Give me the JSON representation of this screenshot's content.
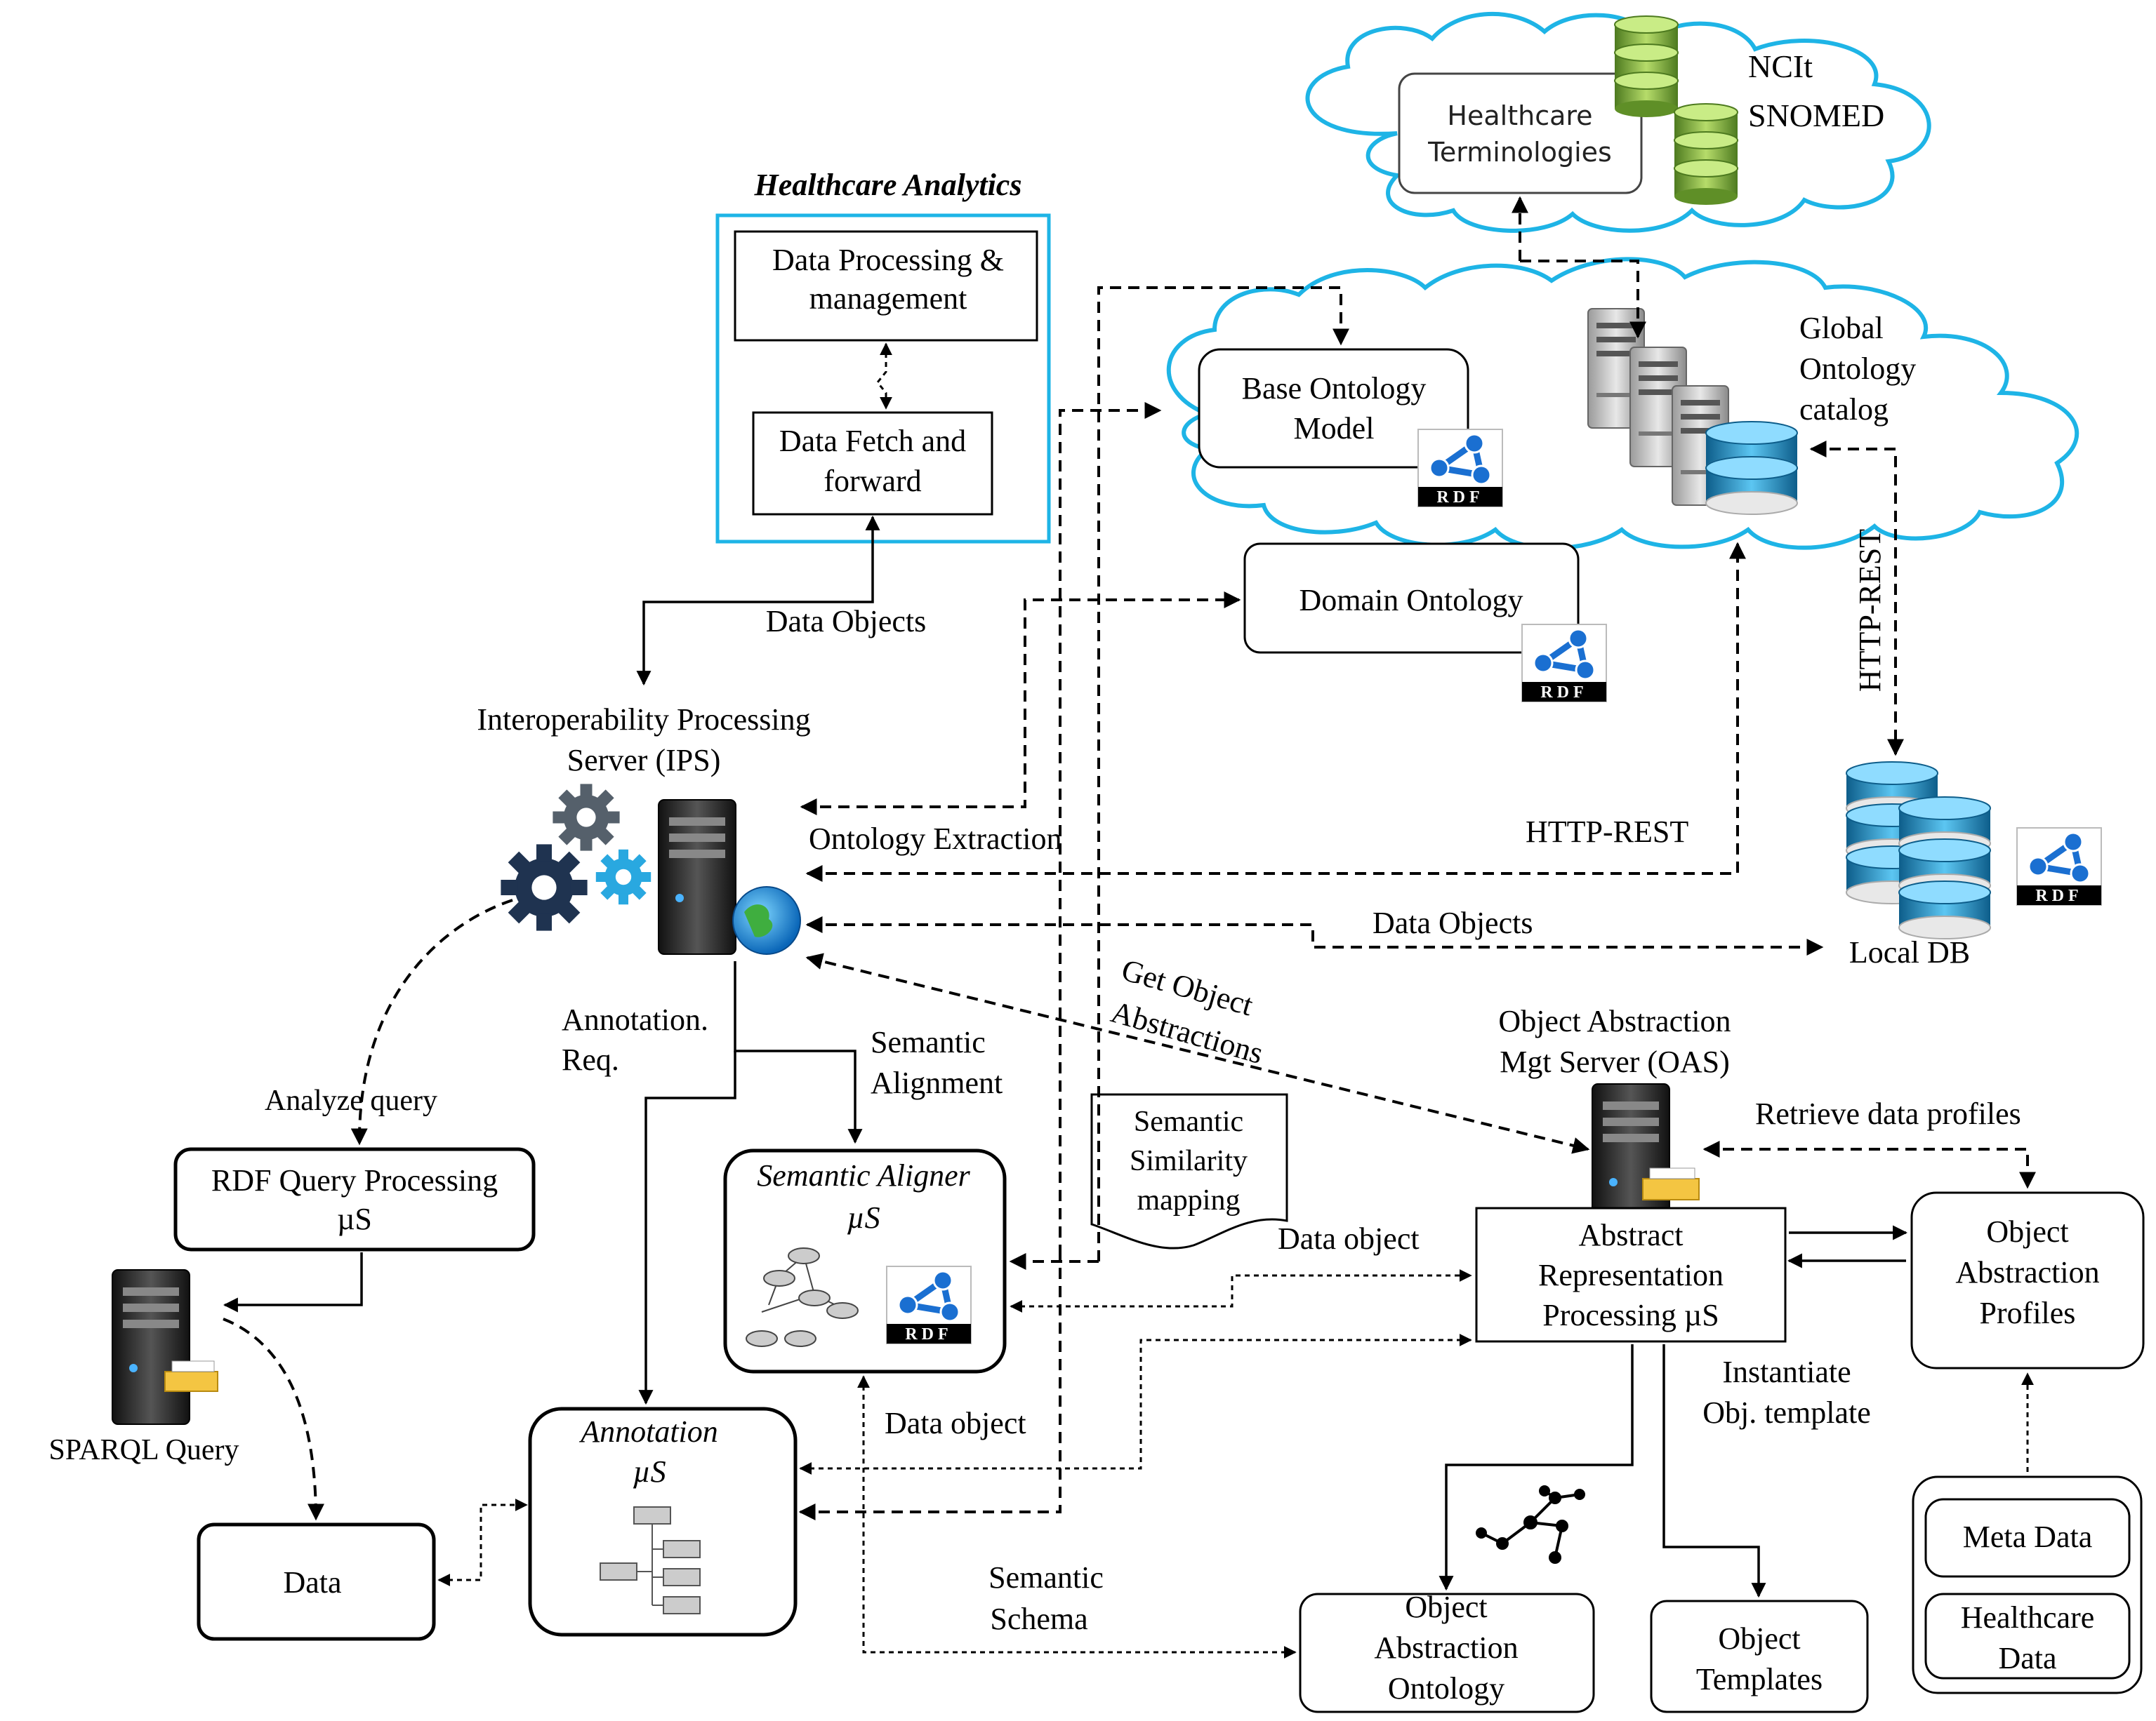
{
  "healthcare_analytics": {
    "title": "Healthcare Analytics",
    "data_processing": [
      "Data Processing &",
      "management"
    ],
    "data_fetch": [
      "Data Fetch and",
      "forward"
    ]
  },
  "cloud_top": {
    "healthcare_terminologies": [
      "Healthcare",
      "Terminologies"
    ],
    "terminology_sources": [
      "NCIt",
      "SNOMED"
    ]
  },
  "cloud_main": {
    "base_ontology": [
      "Base Ontology",
      "Model"
    ],
    "global_catalog": [
      "Global",
      "Ontology",
      "catalog"
    ]
  },
  "domain_ontology": "Domain Ontology",
  "rdf_logo_text": "RDF",
  "ips": {
    "label": [
      "Interoperability Processing",
      "Server (IPS)"
    ]
  },
  "edge_labels": {
    "data_objects_top": "Data Objects",
    "ontology_extraction": "Ontology Extraction",
    "http_rest_horizontal": "HTTP-REST",
    "http_rest_vertical": "HTTP-REST",
    "data_objects_local": "Data Objects",
    "get_object_abstractions": [
      "Get Object",
      "Abstractions"
    ],
    "annotation_req": [
      "Annotation.",
      "Req."
    ],
    "semantic_alignment": [
      "Semantic",
      "Alignment"
    ],
    "analyze_query": "Analyze query",
    "sparql_query": "SPARQL Query",
    "data_object_1": "Data object",
    "data_object_2": "Data object",
    "semantic_schema": [
      "Semantic",
      "Schema"
    ],
    "retrieve_profiles": "Retrieve data profiles",
    "instantiate": [
      "Instantiate",
      "Obj. template"
    ]
  },
  "local_db": "Local DB",
  "rdf_query": [
    "RDF Query Processing",
    "µS"
  ],
  "data_box": "Data",
  "semantic_aligner": [
    "Semantic Aligner",
    "µS"
  ],
  "semantic_similarity": [
    "Semantic",
    "Similarity",
    "mapping"
  ],
  "annotation": [
    "Annotation",
    "µS"
  ],
  "oas": {
    "label": [
      "Object Abstraction",
      "Mgt Server (OAS)"
    ]
  },
  "abstract_rep": [
    "Abstract",
    "Representation",
    "Processing µS"
  ],
  "oa_profiles": [
    "Object",
    "Abstraction",
    "Profiles"
  ],
  "oa_ontology": [
    "Object",
    "Abstraction",
    "Ontology"
  ],
  "obj_templates": [
    "Object",
    "Templates"
  ],
  "meta_data": "Meta Data",
  "healthcare_data": [
    "Healthcare",
    "Data"
  ],
  "colors": {
    "cloud_stroke": "#1eb4e6",
    "rdf_blue": "#1a6fd1",
    "gear_dark": "#1f3350",
    "gear_light": "#29a8e0",
    "db_green": "#7fae3c"
  }
}
